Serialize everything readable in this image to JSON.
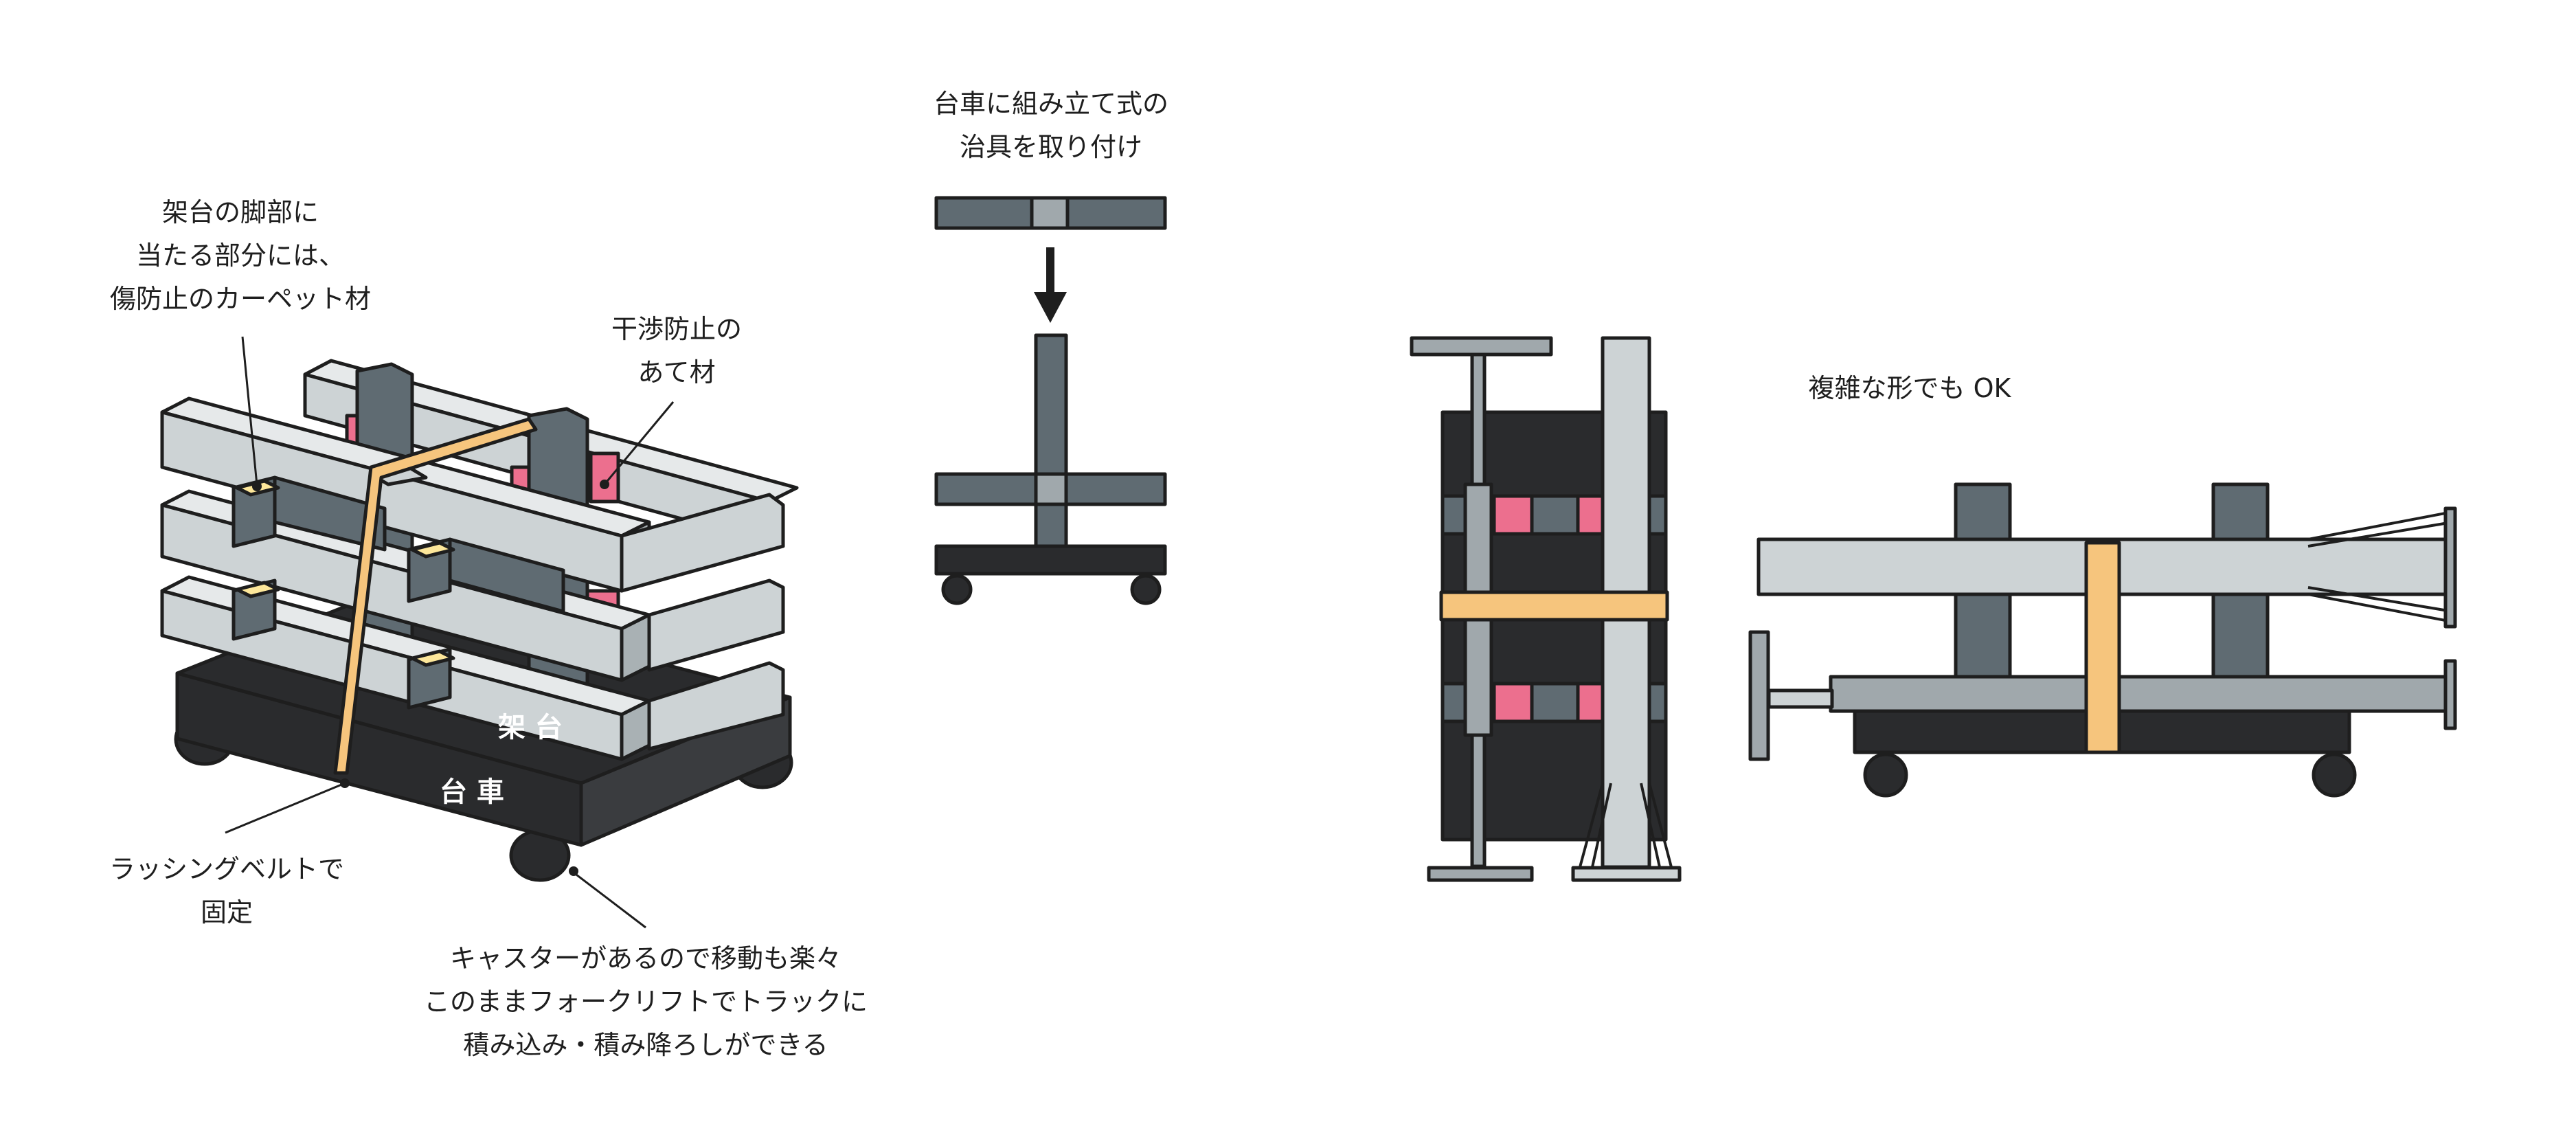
{
  "colors": {
    "outline": "#1e1e1e",
    "beam_light": "#cdd3d5",
    "beam_dark": "#5f6b72",
    "beam_mid": "#a0a8ac",
    "dolly": "#2a2b2d",
    "pink": "#ec6f8e",
    "yellow": "#fde79a",
    "belt": "#f6c57d"
  },
  "labels": {
    "carpet_note": [
      "架台の脚部に",
      "当たる部分には、",
      "傷防止のカーペット材"
    ],
    "pad_note": [
      "干渉防止の",
      "あて材"
    ],
    "belt_note": [
      "ラッシングベルトで",
      "固定"
    ],
    "caster_note": [
      "キャスターがあるので移動も楽々",
      "このままフォークリフトでトラックに",
      "積み込み・積み降ろしができる"
    ],
    "assembly_note": [
      "台車に組み立て式の",
      "治具を取り付け"
    ],
    "complex_note": "複雑な形でも OK",
    "stand_label": "架 台",
    "dolly_label": "台 車"
  },
  "icons": {
    "arrow": "down-arrow-icon",
    "caster": "caster-wheel-icon"
  }
}
